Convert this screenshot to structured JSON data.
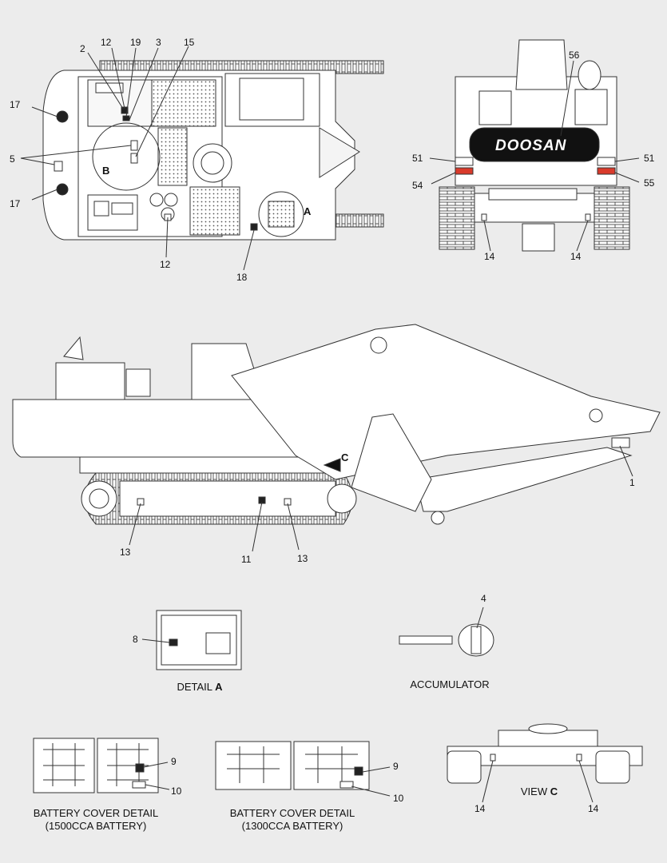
{
  "callouts": {
    "n1": "1",
    "n2": "2",
    "n3": "3",
    "n4": "4",
    "n5": "5",
    "n8": "8",
    "n9a": "9",
    "n9b": "9",
    "n10a": "10",
    "n10b": "10",
    "n11": "11",
    "n12a": "12",
    "n12b": "12",
    "n13a": "13",
    "n13b": "13",
    "n14a": "14",
    "n14b": "14",
    "n14c": "14",
    "n14d": "14",
    "n15": "15",
    "n17a": "17",
    "n17b": "17",
    "n18": "18",
    "n19": "19",
    "n51a": "51",
    "n51b": "51",
    "n54": "54",
    "n55": "55",
    "n56": "56"
  },
  "view_markers": {
    "a": "A",
    "b": "B",
    "c": "C"
  },
  "brand": "DOOSAN",
  "captions": {
    "detail_a_prefix": "DETAIL ",
    "detail_a_letter": "A",
    "accumulator": "ACCUMULATOR",
    "battery_1500_line1": "BATTERY COVER DETAIL",
    "battery_1500_line2": "(1500CCA BATTERY)",
    "battery_1300_line1": "BATTERY COVER DETAIL",
    "battery_1300_line2": "(1300CCA BATTERY)",
    "view_c_prefix": "VIEW ",
    "view_c_letter": "C"
  },
  "colors": {
    "background": "#ececec",
    "line": "#333333",
    "brand_panel": "#111111",
    "tail_light": "#d93a2b"
  }
}
